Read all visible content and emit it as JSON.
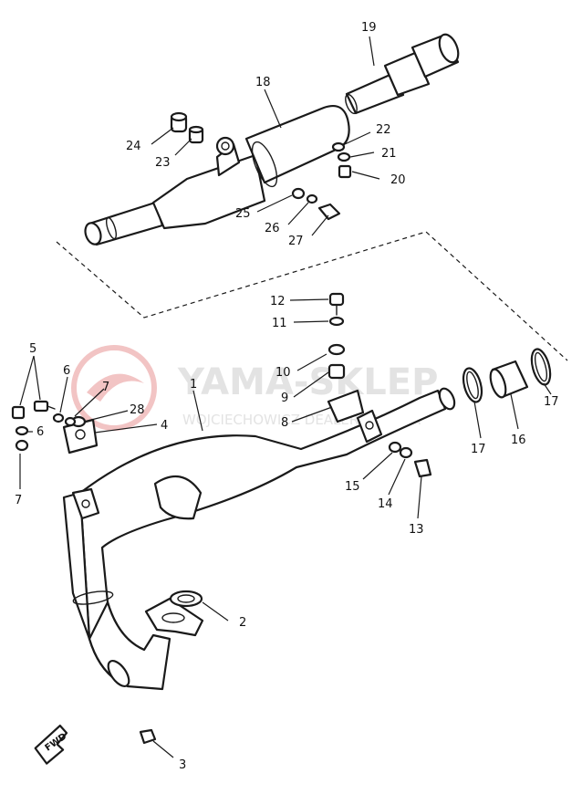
{
  "watermark": {
    "main": "YAMA-SKLEP",
    "sub": "WOJCIECHOWICZ DEALER YAMAHA",
    "color": "#f2c4c4"
  },
  "fwd_label": "FWD",
  "part_numbers": {
    "p1": "1",
    "p2": "2",
    "p3": "3",
    "p4": "4",
    "p5": "5",
    "p6a": "6",
    "p6b": "6",
    "p7a": "7",
    "p7b": "7",
    "p8": "8",
    "p9": "9",
    "p10": "10",
    "p11": "11",
    "p12": "12",
    "p13": "13",
    "p14": "14",
    "p15": "15",
    "p16": "16",
    "p17a": "17",
    "p17b": "17",
    "p18": "18",
    "p19": "19",
    "p20": "20",
    "p21": "21",
    "p22": "22",
    "p23": "23",
    "p24": "24",
    "p25": "25",
    "p26": "26",
    "p27": "27",
    "p28": "28"
  }
}
